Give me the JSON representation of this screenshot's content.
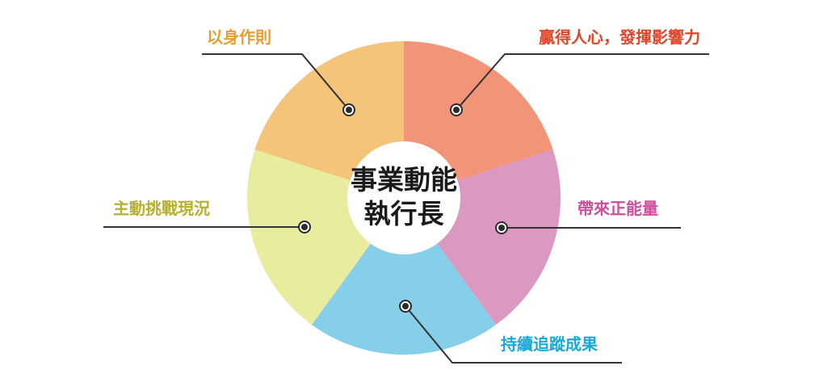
{
  "center": {
    "line1": "事業動能",
    "line2": "執行長"
  },
  "colors": {
    "connector": "#333333",
    "dot_fill": "#2b2b2b",
    "center_fill": "#ffffff"
  },
  "segments": [
    {
      "key": "top-right",
      "label": "贏得人心，發揮影響力",
      "fill": "#f29477",
      "label_color": "#e0452a"
    },
    {
      "key": "right",
      "label": "帶來正能量",
      "fill": "#db98c1",
      "label_color": "#cf4e9a"
    },
    {
      "key": "bottom",
      "label": "持續追蹤成果",
      "fill": "#85cfe9",
      "label_color": "#1aa8d8"
    },
    {
      "key": "left",
      "label": "主動挑戰現況",
      "fill": "#e8ec9e",
      "label_color": "#b6b02a"
    },
    {
      "key": "top-left",
      "label": "以身作則",
      "fill": "#f3c47a",
      "label_color": "#ea9d2d"
    }
  ]
}
